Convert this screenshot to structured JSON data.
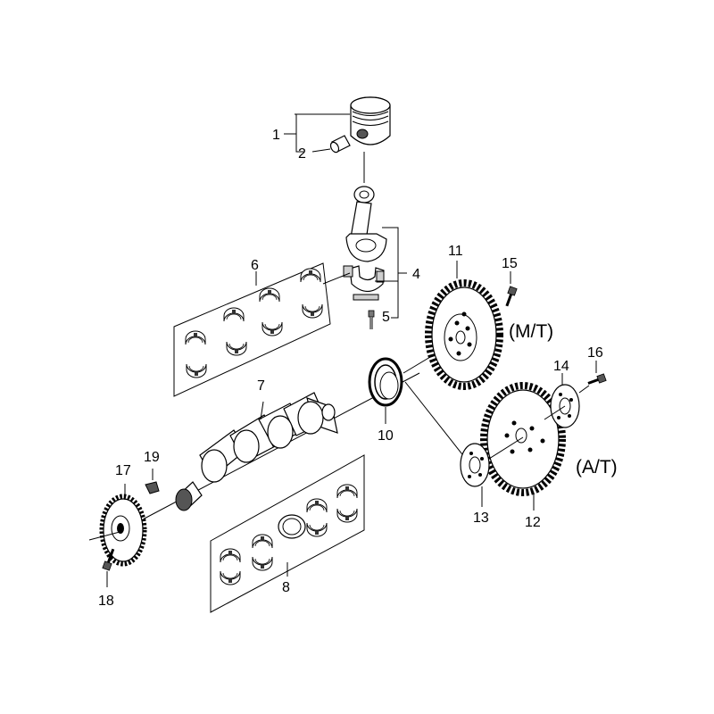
{
  "callouts": [
    {
      "id": "1",
      "text": "1"
    },
    {
      "id": "2",
      "text": "2"
    },
    {
      "id": "4",
      "text": "4"
    },
    {
      "id": "5",
      "text": "5"
    },
    {
      "id": "6",
      "text": "6"
    },
    {
      "id": "7",
      "text": "7"
    },
    {
      "id": "8",
      "text": "8"
    },
    {
      "id": "10",
      "text": "10"
    },
    {
      "id": "11",
      "text": "11"
    },
    {
      "id": "12",
      "text": "12"
    },
    {
      "id": "13",
      "text": "13"
    },
    {
      "id": "14",
      "text": "14"
    },
    {
      "id": "15",
      "text": "15"
    },
    {
      "id": "16",
      "text": "16"
    },
    {
      "id": "17",
      "text": "17"
    },
    {
      "id": "18",
      "text": "18"
    },
    {
      "id": "19",
      "text": "19"
    }
  ],
  "variants": {
    "manual": "(M/T)",
    "automatic": "(A/T)"
  }
}
